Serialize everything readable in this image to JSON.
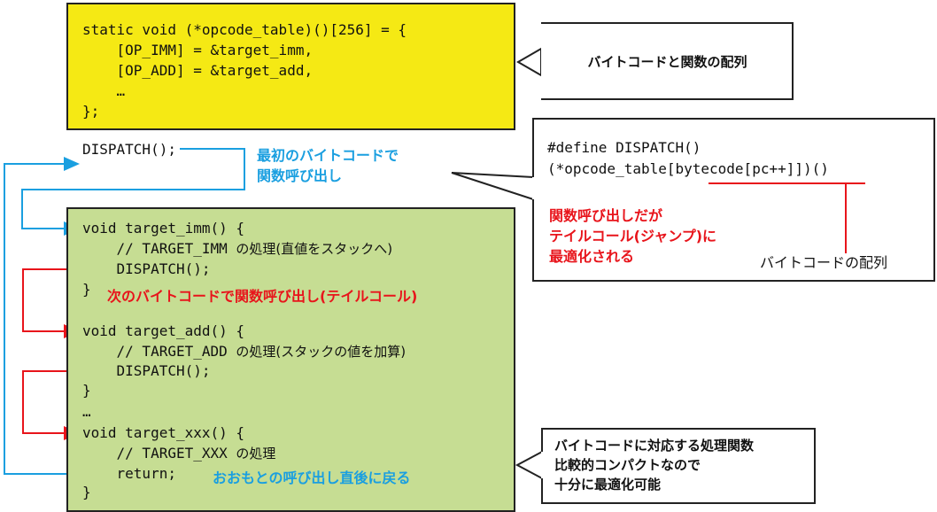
{
  "table_code": [
    "static void (*opcode_table)()[256] = {",
    "    [OP_IMM] = &target_imm,",
    "    [OP_ADD] = &target_add,",
    "    …",
    "};"
  ],
  "table_callout": "バイトコードと関数の配列",
  "dispatch_call": "DISPATCH();",
  "first_call_note": [
    "最初のバイトコードで",
    "関数呼び出し"
  ],
  "macro": {
    "line1": "#define DISPATCH()",
    "line2": "(*opcode_table[bytecode[pc++]])()",
    "note": [
      "関数呼び出しだが",
      "テイルコール(ジャンプ)に",
      "最適化される"
    ],
    "array_label": "バイトコードの配列"
  },
  "functions": {
    "imm_sig": "void target_imm() {",
    "imm_comment_code": "    // TARGET_IMM",
    "imm_comment_jp": "の処理(直値をスタックへ)",
    "dispatch": "    DISPATCH();",
    "close": "}",
    "tail_note": "次のバイトコードで関数呼び出し(テイルコール)",
    "add_sig": "void target_add() {",
    "add_comment_code": "    // TARGET_ADD",
    "add_comment_jp": "の処理(スタックの値を加算)",
    "ellipsis": "…",
    "xxx_sig": "void target_xxx() {",
    "xxx_comment_code": "    // TARGET_XXX",
    "xxx_comment_jp": "の処理",
    "return": "    return;",
    "return_note": "おおもとの呼び出し直後に戻る"
  },
  "bottom_callout": [
    "バイトコードに対応する処理関数",
    "比較的コンパクトなので",
    "十分に最適化可能"
  ],
  "colors": {
    "yellow": "#f5e914",
    "green": "#c6dd93",
    "blue": "#1a9fe0",
    "red": "#e8141b"
  }
}
